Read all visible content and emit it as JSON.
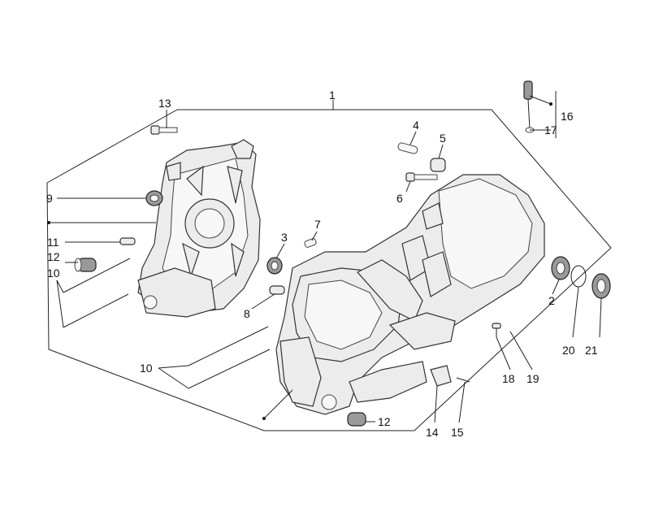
{
  "callouts": [
    {
      "id": "c1",
      "text": "1"
    },
    {
      "id": "c2",
      "text": "2"
    },
    {
      "id": "c3",
      "text": "3"
    },
    {
      "id": "c4",
      "text": "4"
    },
    {
      "id": "c5",
      "text": "5"
    },
    {
      "id": "c6",
      "text": "6"
    },
    {
      "id": "c7",
      "text": "7"
    },
    {
      "id": "c8",
      "text": "8"
    },
    {
      "id": "c9",
      "text": "9"
    },
    {
      "id": "c10a",
      "text": "10"
    },
    {
      "id": "c10b",
      "text": "10"
    },
    {
      "id": "c11",
      "text": "11"
    },
    {
      "id": "c12a",
      "text": "12"
    },
    {
      "id": "c12b",
      "text": "12"
    },
    {
      "id": "c13",
      "text": "13"
    },
    {
      "id": "c14",
      "text": "14"
    },
    {
      "id": "c15",
      "text": "15"
    },
    {
      "id": "c16",
      "text": "16"
    },
    {
      "id": "c17",
      "text": "17"
    },
    {
      "id": "c18",
      "text": "18"
    },
    {
      "id": "c19",
      "text": "19"
    },
    {
      "id": "c20",
      "text": "20"
    },
    {
      "id": "c21",
      "text": "21"
    }
  ]
}
